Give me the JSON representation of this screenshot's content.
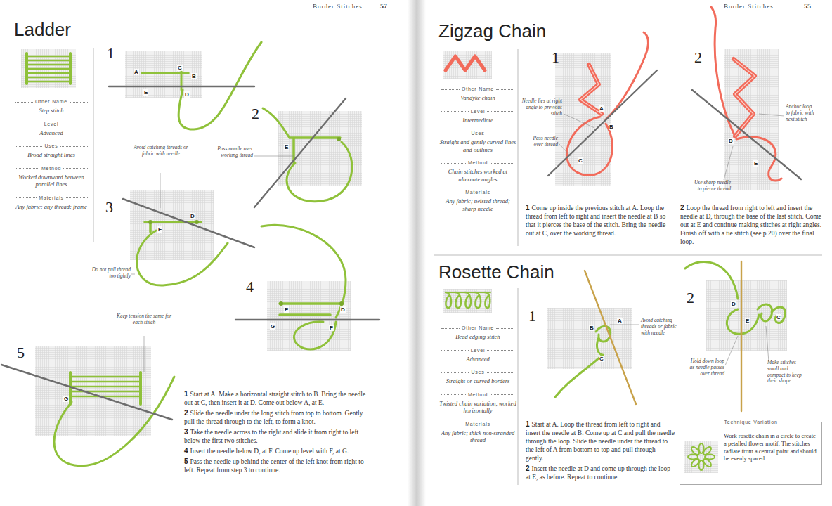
{
  "diagram": {
    "nodes": [
      {
        "text": [
          "Technique Variation",
          "Work rosette chain in a circle to create a petalled flower motif. The stitches radiate from a central point and should be evenly spaced."
        ]
      }
    ],
    "labels": [
      "Border Stitches",
      "57",
      "Ladder",
      "Other Name",
      "Step stitch",
      "Level",
      "Advanced",
      "Uses",
      "Broad straight lines",
      "Method",
      "Worked downward between parallel lines",
      "Materials",
      "Any fabric; any thread; frame",
      "1",
      "A",
      "C",
      "B",
      "E",
      "D",
      "2",
      "E",
      "Pass needle over working thread",
      "Avoid catching threads or fabric with needle",
      "3",
      "E",
      "D",
      "Do not pull thread too tightly",
      "4",
      "E",
      "D",
      "G",
      "F",
      "Keep tension the same for each stitch",
      "5",
      "G",
      "1",
      "Start at A. Make a horizontal straight stitch to B. Bring the needle out at C, then insert it at D. Come out below A, at E.",
      "2",
      "Slide the needle under the long stitch from top to bottom. Gently pull the thread through to the left, to form a knot.",
      "3",
      "Take the needle across to the right and slide it from right to left below the first two stitches.",
      "4",
      "Insert the needle below D, at F. Come up level with F, at G.",
      "5",
      "Pass the needle up behind the center of the left knot from right to left. Repeat from step 3 to continue.",
      "Border Stitches",
      "55",
      "Zigzag Chain",
      "Other Name",
      "Vandyke chain",
      "Level",
      "Intermediate",
      "Uses",
      "Straight and gently curved lines and outlines",
      "Method",
      "Chain stitches worked at alternate angles",
      "Materials",
      "Any fabric; twisted thread; sharp needle",
      "1",
      "A",
      "B",
      "C",
      "Needle lies at right angle to previous stitch",
      "Pass needle over thread",
      "2",
      "D",
      "E",
      "Anchor loop to fabric with next stitch",
      "Use sharp needle to pierce thread",
      "1",
      "Come up inside the previous stitch at A. Loop the thread from left to right and insert the needle at B so that it pierces the base of the stitch. Bring the needle out at C, over the working thread.",
      "2",
      "Loop the thread from right to left and insert the needle at D, through the base of the last stitch. Come out at E and continue making stitches at right angles. Finish off with a tie stitch (see p.20) over the final loop.",
      "Rosette Chain",
      "Other Name",
      "Bead edging stitch",
      "Level",
      "Advanced",
      "Uses",
      "Straight or curved borders",
      "Method",
      "Twisted chain variation, worked horizontally",
      "Materials",
      "Any fabric; thick non-stranded thread",
      "1",
      "A",
      "B",
      "C",
      "Avoid catching threads or fabric with needle",
      "2",
      "D",
      "E",
      "C",
      "Hold down loop as needle passes over thread",
      "Make stitches small and compact to keep their shape",
      "1",
      "Start at A. Loop the thread from left to right and insert the needle at B. Come up at C and pull the needle through the loop. Slide the needle under the thread to the left of A from bottom to top and pull through gently.",
      "2",
      "Insert the needle at D and come up through the loop at E, as before. Repeat to continue."
    ]
  }
}
